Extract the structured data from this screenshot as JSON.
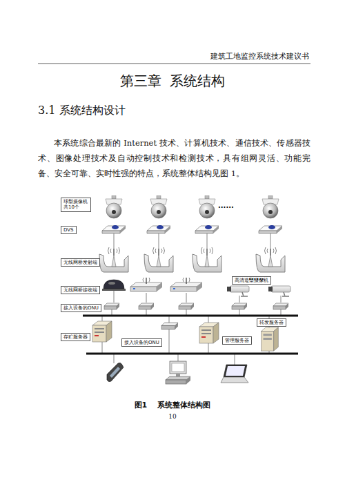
{
  "diagram": {
    "title": "第三章  系统结构",
    "caption": "图1    系统整体结构图",
    "nodes": [
      {
        "text": [
          "球型摄像机 共10个"
        ]
      },
      {
        "text": [
          "DVS"
        ]
      },
      {
        "text": [
          "无线网桥发射端"
        ]
      },
      {
        "text": [
          "无线网桥接收端"
        ]
      },
      {
        "text": [
          "高清造型摄像机"
        ]
      },
      {
        "text": [
          "接入设备的ONU"
        ]
      },
      {
        "text": [
          "存贮服务器"
        ]
      },
      {
        "text": [
          "接入设备的ONU"
        ]
      },
      {
        "text": [
          "管理服务器"
        ]
      },
      {
        "text": [
          "转发服务器"
        ]
      }
    ],
    "labels": [
      "建筑工地监控系统技术建议书",
      "3.1 系统结构设计",
      "本系统综合最新的 Internet 技术、计算机技术、通信技术、传感器技术、图像处理技术及自动控制技术和检测技术，具有组网灵活、功能完备、安全可靠、实时性强的特点，系统整体结构见图 1。",
      "......",
      "......",
      "10"
    ]
  }
}
